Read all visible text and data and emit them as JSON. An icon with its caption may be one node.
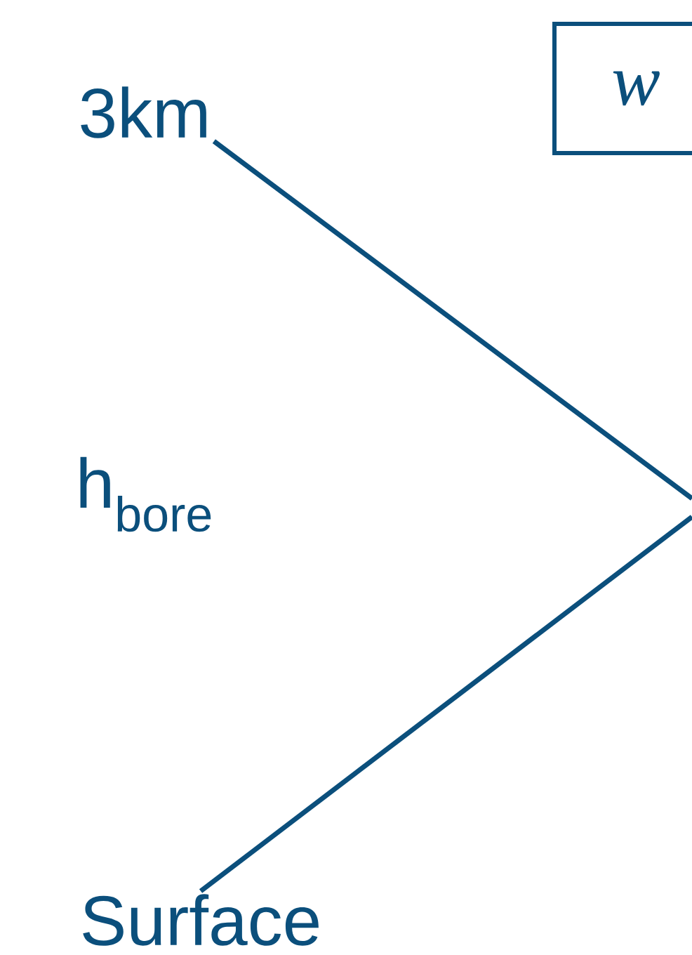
{
  "diagram": {
    "nodes": [
      {
        "text": [
          "3km"
        ]
      },
      {
        "text": [
          "h$_{bore}$"
        ]
      },
      {
        "text": [
          "Surface"
        ]
      },
      {
        "text": [
          "w"
        ]
      }
    ],
    "edges": [
      {
        "from": 0,
        "to": null,
        "arrow": "none"
      },
      {
        "from": 2,
        "to": null,
        "arrow": "none"
      }
    ]
  }
}
